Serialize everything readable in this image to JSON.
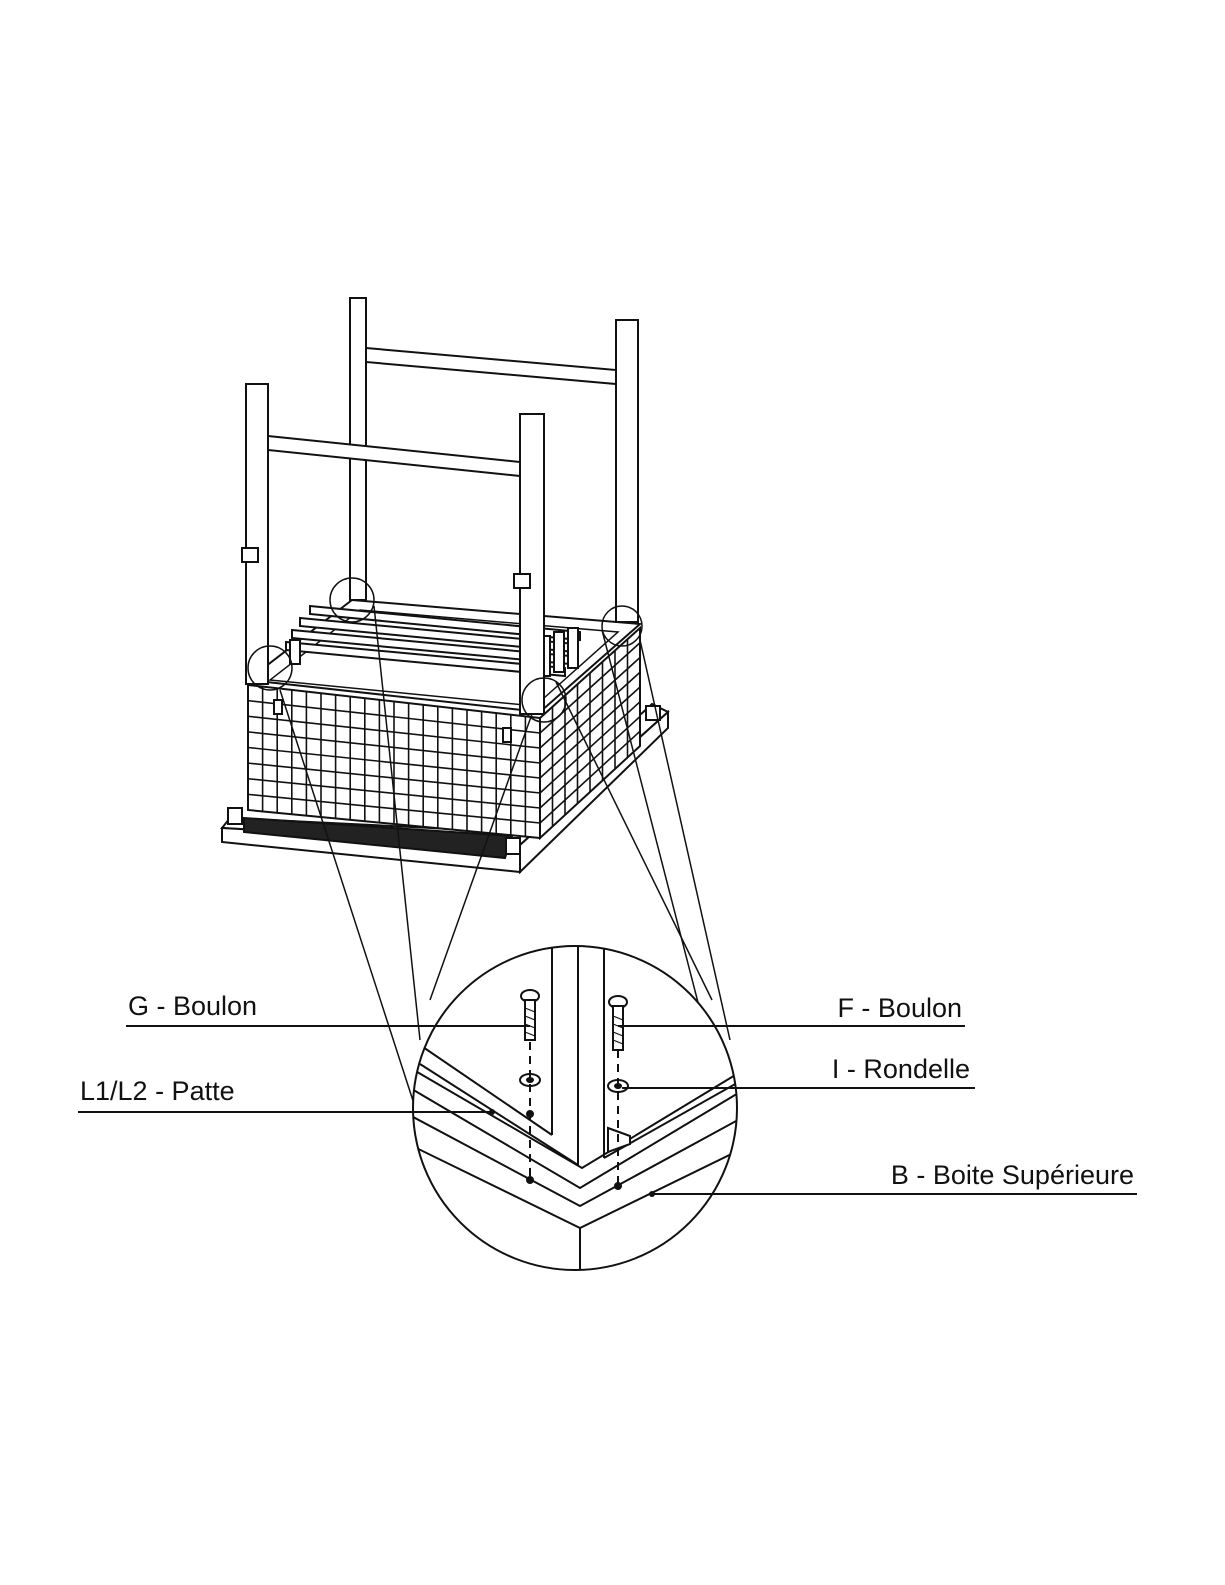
{
  "labels": {
    "g_boulon": "G - Boulon",
    "f_boulon": "F - Boulon",
    "i_rondelle": "I - Rondelle",
    "l1l2_patte": "L1/L2 - Patte",
    "b_boite": "B - Boite Supérieure"
  },
  "colors": {
    "ink": "#111111",
    "paper": "#ffffff"
  }
}
